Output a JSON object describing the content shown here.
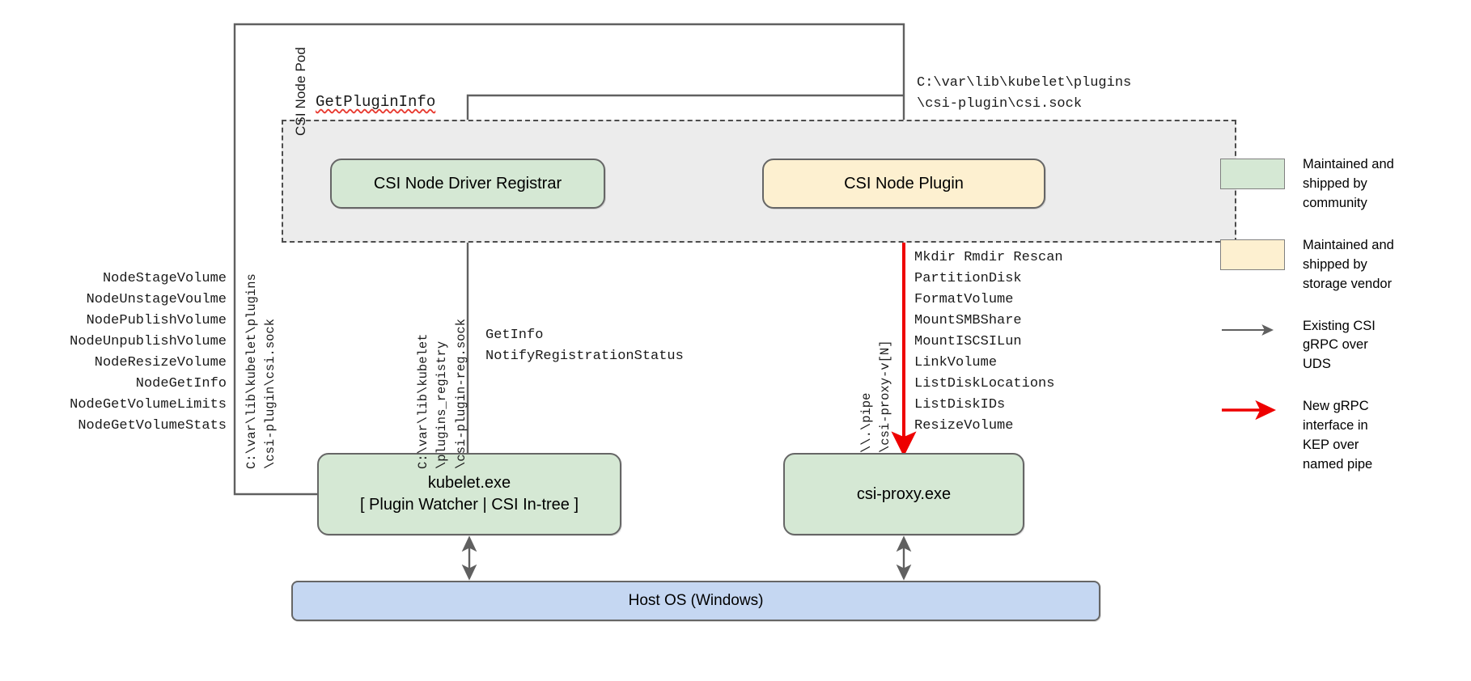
{
  "diagram": {
    "title": "CSI Proxy architecture on Windows",
    "pod": {
      "label": "CSI Node Pod"
    },
    "nodes": {
      "registrar": {
        "label": "CSI Node Driver Registrar",
        "fill": "#d5e8d4"
      },
      "plugin": {
        "label": "CSI Node Plugin",
        "fill": "#fdf0d0"
      },
      "kubelet": {
        "line1": "kubelet.exe",
        "line2": "[ Plugin Watcher | CSI In-tree ]",
        "fill": "#d5e8d4"
      },
      "csiproxy": {
        "label": "csi-proxy.exe",
        "fill": "#d5e8d4"
      },
      "hostos": {
        "label": "Host OS (Windows)",
        "fill": "#c5d7f2"
      }
    },
    "annotations": {
      "get_plugin_info": "GetPluginInfo",
      "csi_sock_top": "C:\\var\\lib\\kubelet\\plugins\n\\csi-plugin\\csi.sock",
      "registration_rpcs": "GetInfo\nNotifyRegistrationStatus",
      "kubelet_csi_sock": "C:\\var\\lib\\kubelet\\plugins\n\\csi-plugin\\csi.sock",
      "plugins_registry_sock": "C:\\var\\lib\\kubelet\n\\plugins_registry\n\\csi-plugin-reg.sock",
      "named_pipe": "\\\\.\\pipe\n\\csi-proxy-v[N]"
    },
    "node_rpc_list": [
      "NodeStageVolume",
      "NodeUnstageVoulme",
      "NodePublishVolume",
      "NodeUnpublishVolume",
      "NodeResizeVolume",
      "NodeGetInfo",
      "NodeGetVolumeLimits",
      "NodeGetVolumeStats"
    ],
    "proxy_rpc_list": [
      "Mkdir Rmdir Rescan",
      "PartitionDisk",
      "FormatVolume",
      "MountSMBShare",
      "MountISCSILun",
      "LinkVolume",
      "ListDiskLocations",
      "ListDiskIDs",
      "ResizeVolume"
    ],
    "legend": [
      {
        "kind": "swatch",
        "color_name": "green",
        "color": "#d5e8d4",
        "text": "Maintained and\nshipped by\ncommunity"
      },
      {
        "kind": "swatch",
        "color_name": "yellow",
        "color": "#fdf0d0",
        "text": "Maintained and\nshipped by\nstorage vendor"
      },
      {
        "kind": "arrow",
        "color_name": "gray",
        "color": "#606060",
        "text": "Existing CSI\ngRPC over\nUDS"
      },
      {
        "kind": "arrow",
        "color_name": "red",
        "color": "#ee0000",
        "text": "New gRPC\ninterface in\nKEP over\nnamed pipe"
      }
    ],
    "colors": {
      "existing_arrow": "#606060",
      "new_arrow": "#ee0000",
      "pod_background": "#ececec",
      "pod_border": "#4d4d4d",
      "node_border": "#666666"
    }
  }
}
